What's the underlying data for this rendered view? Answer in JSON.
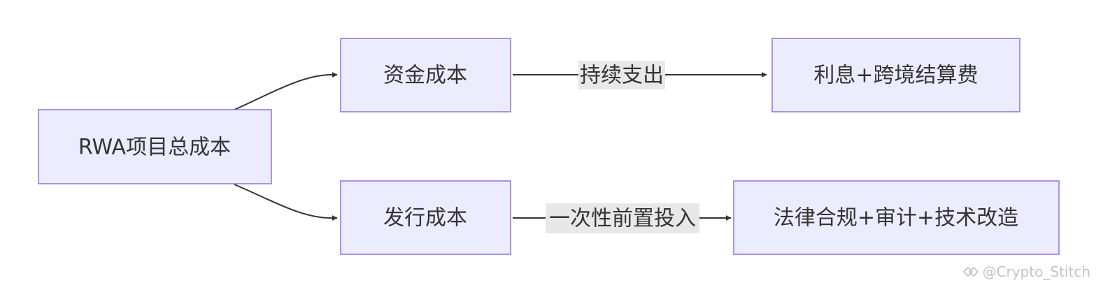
{
  "nodes": {
    "total_cost": "RWA项目总成本",
    "funding_cost": "资金成本",
    "issuance_cost": "发行成本",
    "interest_fees": "利息+跨境结算费",
    "legal_audit_tech": "法律合规+审计+技术改造"
  },
  "edges": {
    "funding_label": "持续支出",
    "issuance_label": "一次性前置投入"
  },
  "watermark": {
    "text": "@Crypto_Stitch"
  },
  "colors": {
    "node_fill": "#ECECFF",
    "node_stroke": "#9370DB",
    "edge": "#333333",
    "label_bg": "#E8E8E8",
    "text": "#333333"
  }
}
